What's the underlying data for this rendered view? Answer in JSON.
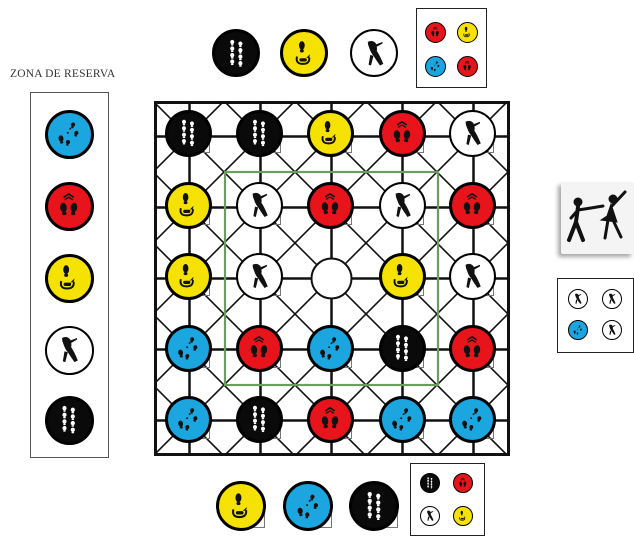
{
  "reserve_zone": {
    "title": "ZONA DE RESERVA"
  },
  "colors": {
    "black": "#0a0a0a",
    "yellow": "#f5e200",
    "red": "#e8141b",
    "blue": "#1ba6e0",
    "white": "#ffffff",
    "center_guide": "#6a9e5f"
  },
  "piece_types": {
    "black": "vertical-footprints-icon",
    "yellow": "turning-shoe-icon",
    "red": "paired-shoes-icon",
    "blue": "side-step-footprints-icon",
    "white": "dancer-silhouette-icon"
  },
  "board": {
    "rows": [
      [
        "black",
        "black",
        "yellow",
        "red",
        "white"
      ],
      [
        "yellow",
        "white",
        "red",
        "white",
        "red"
      ],
      [
        "yellow",
        "white",
        "empty",
        "yellow",
        "white"
      ],
      [
        "blue",
        "red",
        "blue",
        "black",
        "red"
      ],
      [
        "blue",
        "black",
        "red",
        "blue",
        "blue"
      ]
    ]
  },
  "reserve_pieces": [
    "blue",
    "red",
    "yellow",
    "white",
    "black"
  ],
  "top_hand": [
    "black",
    "yellow",
    "white"
  ],
  "bottom_hand": [
    "yellow",
    "blue",
    "black"
  ],
  "legend_top": [
    "red",
    "yellow",
    "blue",
    "red"
  ],
  "legend_right": [
    "white",
    "white",
    "blue",
    "white"
  ],
  "legend_bottom": [
    "black",
    "red",
    "white",
    "yellow"
  ],
  "dancer_card": {
    "icon": "couple-dancing-icon"
  }
}
